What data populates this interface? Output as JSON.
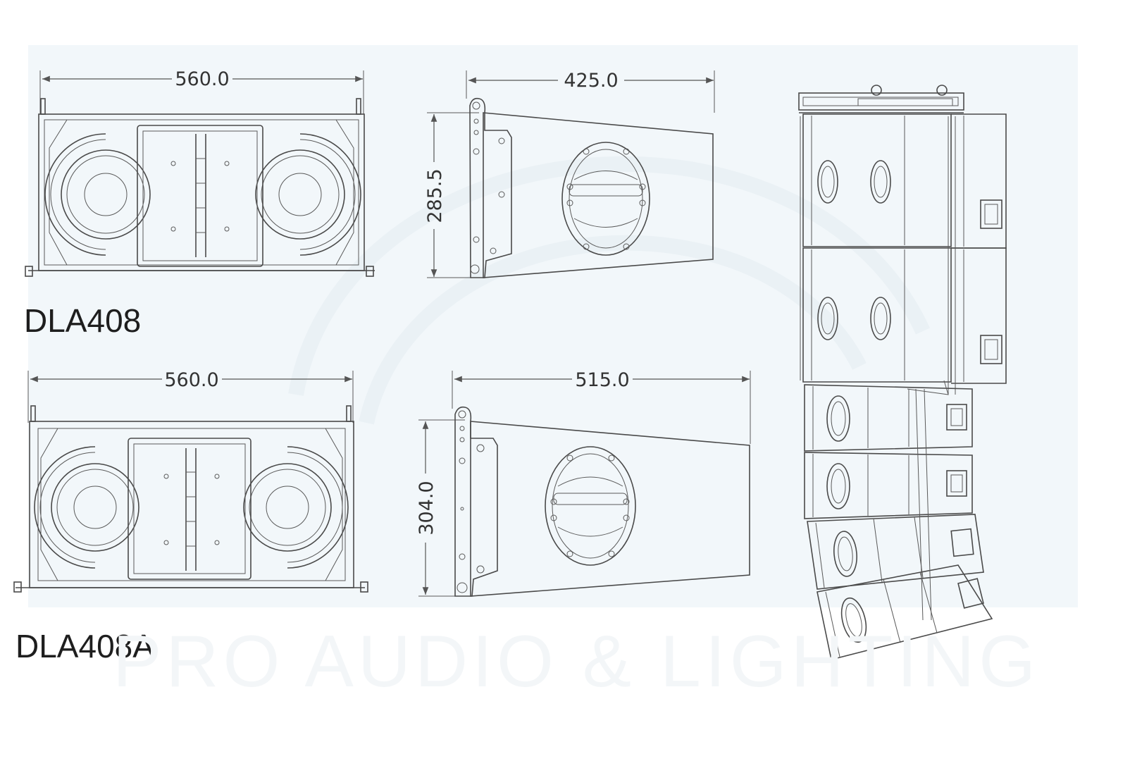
{
  "models": {
    "top": "DLA408",
    "bottom": "DLA408A"
  },
  "dimensions": {
    "top_front_width": "560.0",
    "top_side_depth": "425.0",
    "top_height": "285.5",
    "bottom_front_width": "560.0",
    "bottom_side_depth": "515.0",
    "bottom_height": "304.0"
  },
  "watermark": {
    "text": "PRO AUDIO & LIGHTING"
  },
  "colors": {
    "line": "#4a4a4a",
    "watermark": "#f2f7fa"
  }
}
